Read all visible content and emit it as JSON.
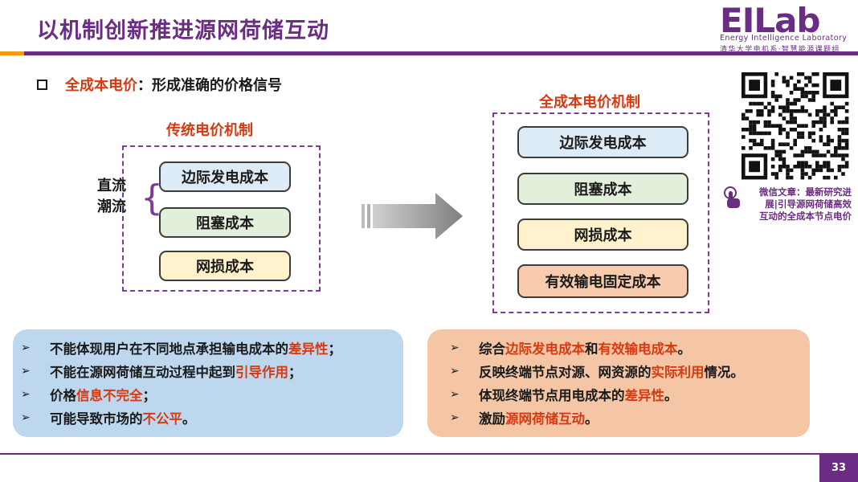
{
  "header": {
    "title": "以机制创新推进源网荷储互动",
    "logo_text": "EILab",
    "logo_sub_en": "Energy Intelligence Laboratory",
    "logo_sub_cn": "清华大学电机系·智慧能源课题组"
  },
  "subheading": {
    "highlight": "全成本电价",
    "rest": "：形成准确的价格信号"
  },
  "left_box": {
    "title": "传统电价机制",
    "side_label_1": "直流",
    "side_label_2": "潮流",
    "items": [
      "边际发电成本",
      "阻塞成本",
      "网损成本"
    ]
  },
  "right_box": {
    "title": "全成本电价机制",
    "items": [
      "边际发电成本",
      "阻塞成本",
      "网损成本",
      "有效输电固定成本"
    ]
  },
  "left_panel": {
    "bullets": [
      {
        "pre": "不能体现用户在不同地点承担输电成本的",
        "hl": "差异性",
        "post": "；"
      },
      {
        "pre": "不能在源网荷储互动过程中起到",
        "hl": "引导作用",
        "post": "；"
      },
      {
        "pre": "价格",
        "hl": "信息不完全",
        "post": "；"
      },
      {
        "pre": "可能导致市场的",
        "hl": "不公平",
        "post": "。"
      }
    ]
  },
  "right_panel": {
    "bullets": [
      {
        "pre": "综合",
        "hl": "边际发电成本",
        "mid": "和",
        "hl2": "有效输电成本",
        "post": "。"
      },
      {
        "pre": "反映终端节点对源、网资源的",
        "hl": "实际利用",
        "mid": "情况。",
        "hl2": "",
        "post": ""
      },
      {
        "pre": "体现终端节点用电成本的",
        "hl": "差异性",
        "mid": "。",
        "hl2": "",
        "post": ""
      },
      {
        "pre": "激励",
        "hl": "源网荷储互动",
        "mid": "。",
        "hl2": "",
        "post": ""
      }
    ]
  },
  "qr_caption": {
    "line1": "微信文章：最新研究进",
    "line2": "展|引导源网荷储高效",
    "line3": "互动的全成本节点电价"
  },
  "footer": {
    "page_number": "33"
  },
  "colors": {
    "brand_purple": "#6b2c83",
    "accent_orange": "#f39c12",
    "highlight_red": "#d63a12",
    "box_blue": "#ddebf7",
    "box_green": "#e2efda",
    "box_yellow": "#fff2cc",
    "box_orange": "#f8cbad"
  },
  "icons": [
    "arrow-right-icon",
    "brace-icon",
    "qr-code",
    "hand-pointer-icon",
    "checkbox-icon",
    "bullet-arrow-icon"
  ]
}
